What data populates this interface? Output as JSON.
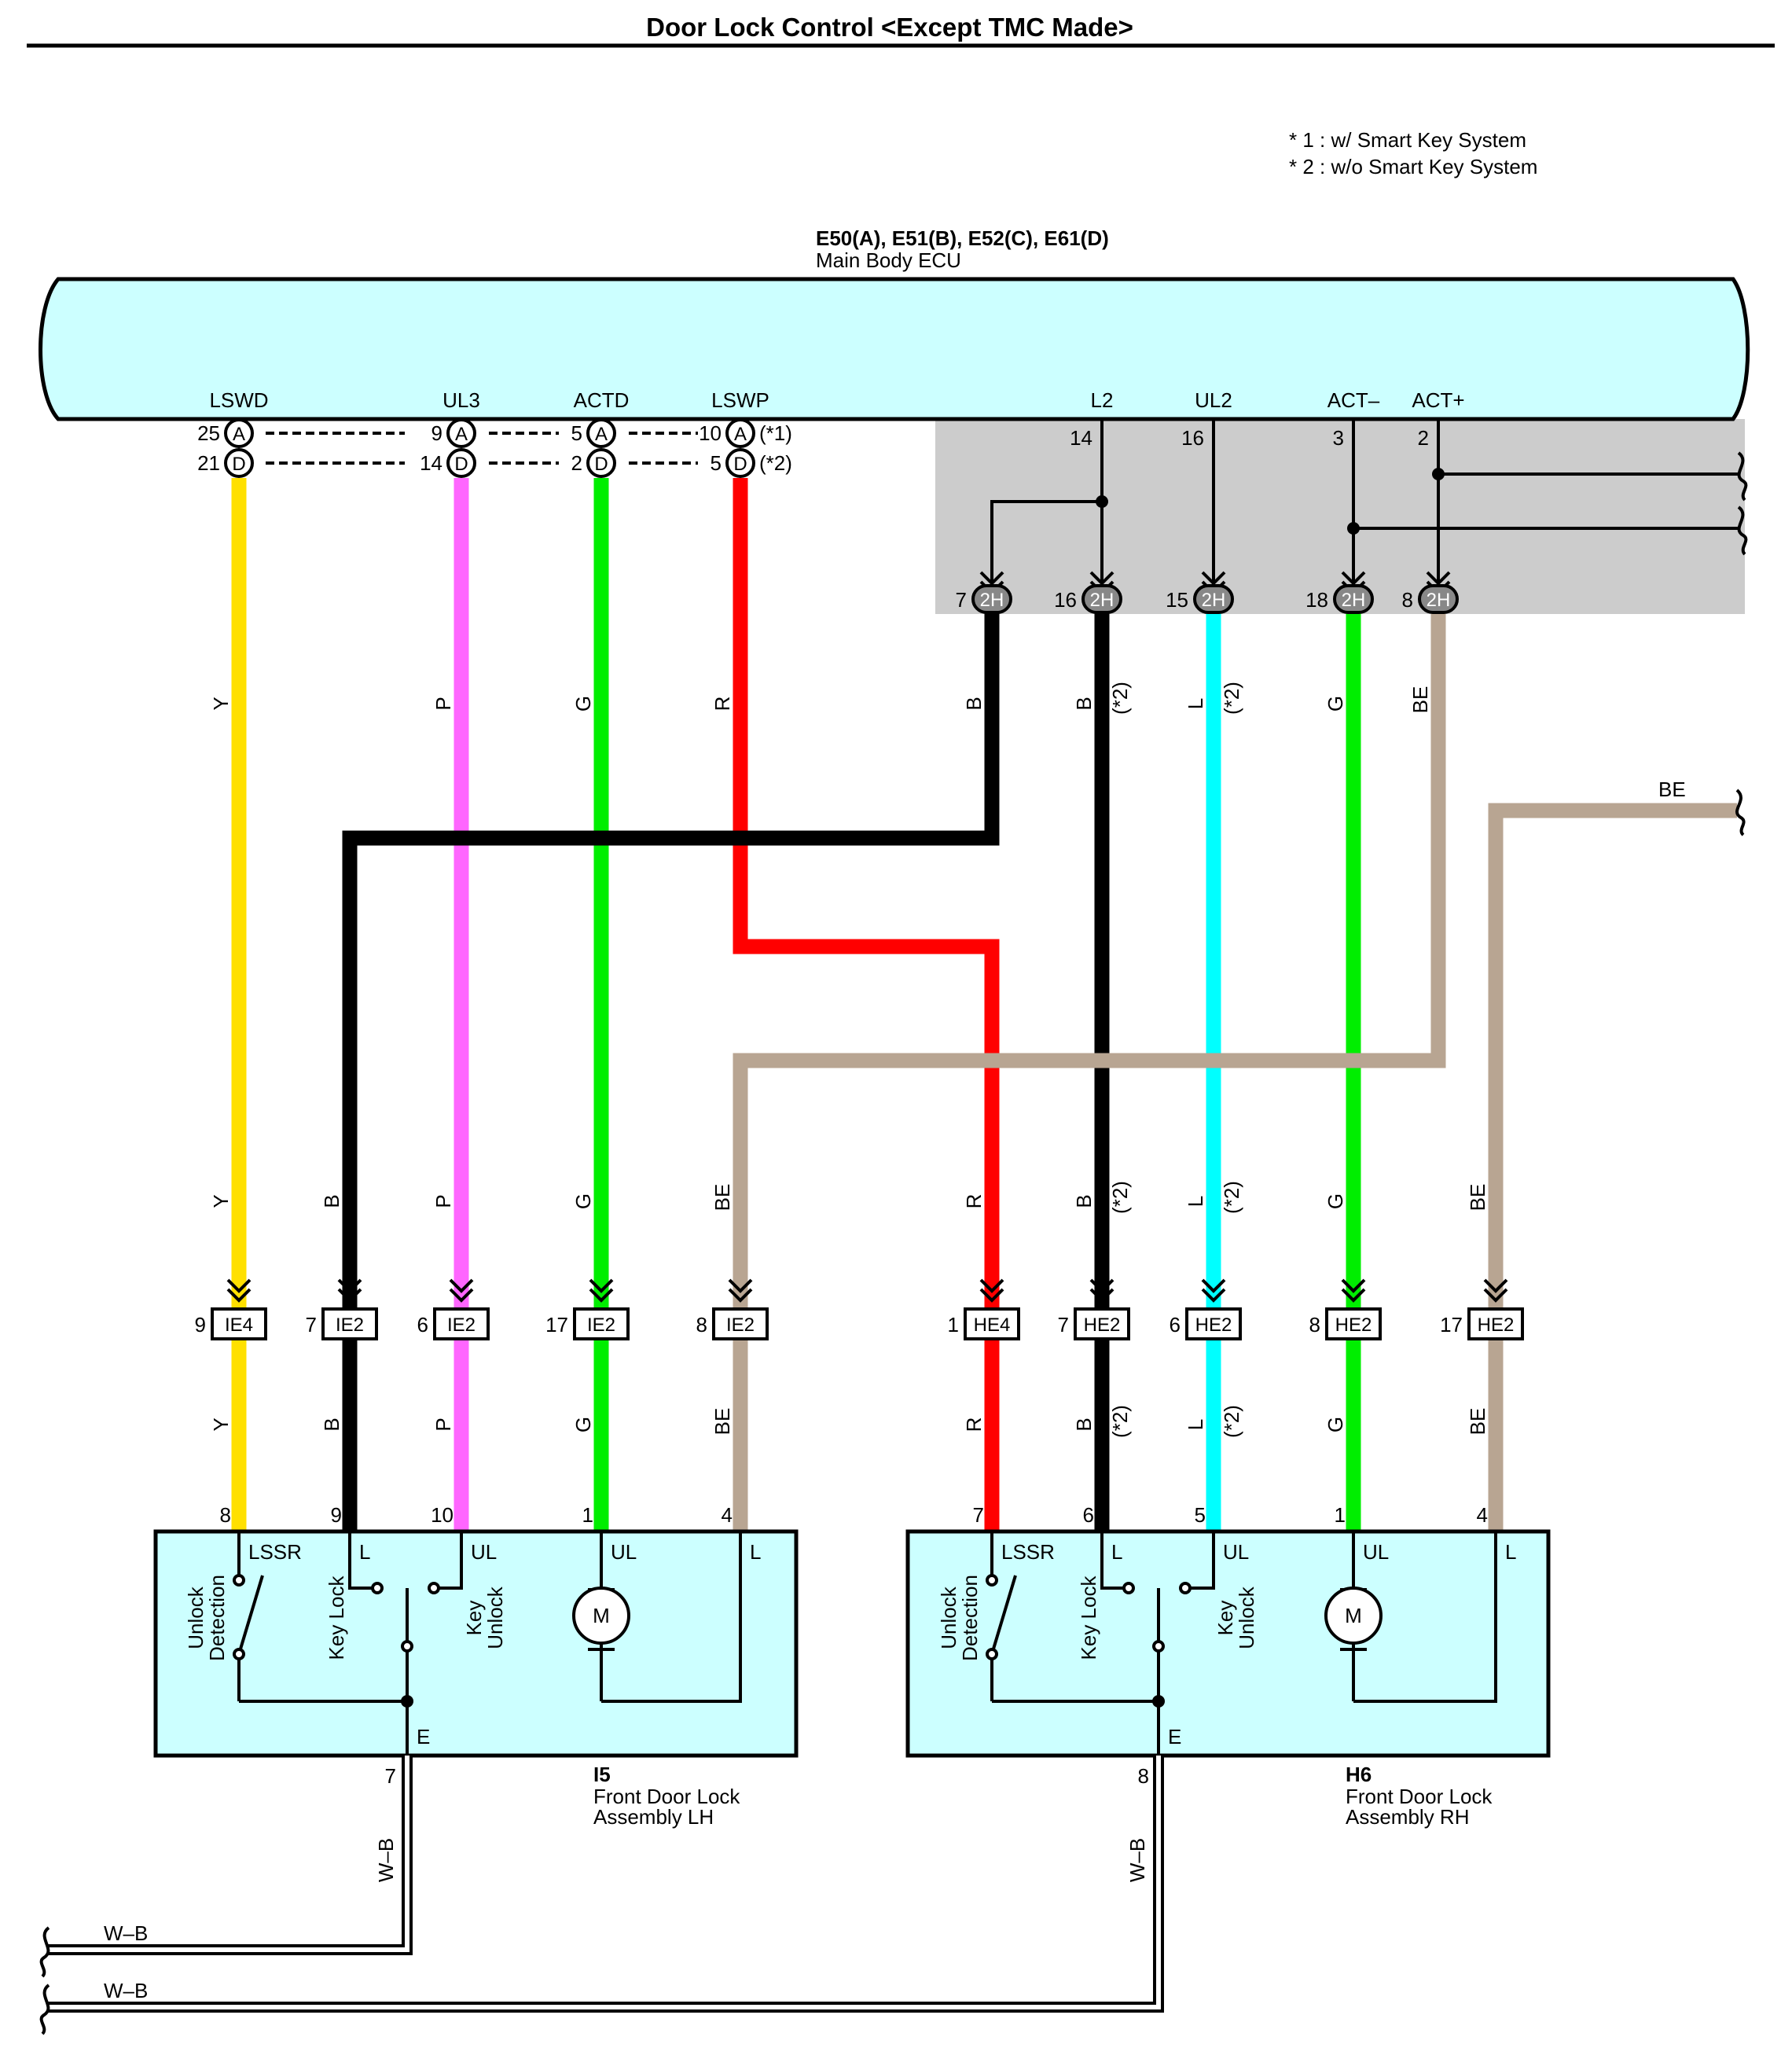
{
  "title": "Door Lock Control <Except TMC Made>",
  "notes": [
    "* 1 : w/ Smart Key System",
    "* 2 : w/o Smart Key System"
  ],
  "ecu": {
    "connectors": "E50(A), E51(B), E52(C), E61(D)",
    "name": "Main Body ECU"
  },
  "ecu_terminals": [
    "LSWD",
    "UL3",
    "ACTD",
    "LSWP",
    "L2",
    "UL2",
    "ACT–",
    "ACT+"
  ],
  "pins": {
    "lswd_a": "25",
    "lswd_d": "21",
    "ul3_a": "9",
    "ul3_d": "14",
    "actd_a": "5",
    "actd_d": "2",
    "lswp_a": "10",
    "lswp_d": "5",
    "l2": "14",
    "ul2": "16",
    "actm": "3",
    "actp": "2"
  },
  "pin_letters": {
    "a": "A",
    "d": "D"
  },
  "variant_marks": {
    "v1": "(*1)",
    "v2": "(*2)"
  },
  "junction": {
    "name": "2H",
    "pins": [
      "7",
      "16",
      "15",
      "18",
      "8"
    ]
  },
  "wire_colors": {
    "y": "Y",
    "p": "P",
    "g": "G",
    "r": "R",
    "b": "B",
    "l": "L",
    "be": "BE",
    "wb": "W–B",
    "variant": "(*2)"
  },
  "connectors_mid": [
    {
      "name": "IE4",
      "pin": "9"
    },
    {
      "name": "IE2",
      "pin": "7"
    },
    {
      "name": "IE2",
      "pin": "6"
    },
    {
      "name": "IE2",
      "pin": "17"
    },
    {
      "name": "IE2",
      "pin": "8"
    },
    {
      "name": "HE4",
      "pin": "1"
    },
    {
      "name": "HE2",
      "pin": "7"
    },
    {
      "name": "HE2",
      "pin": "6"
    },
    {
      "name": "HE2",
      "pin": "8"
    },
    {
      "name": "HE2",
      "pin": "17"
    }
  ],
  "lh": {
    "pins": [
      "8",
      "9",
      "10",
      "1",
      "4"
    ],
    "ground_pin": "7",
    "code": "I5",
    "name_line1": "Front Door Lock",
    "name_line2": "Assembly LH"
  },
  "rh": {
    "pins": [
      "7",
      "6",
      "5",
      "1",
      "4"
    ],
    "ground_pin": "8",
    "code": "H6",
    "name_line1": "Front Door Lock",
    "name_line2": "Assembly RH"
  },
  "assembly_labels": {
    "lssr": "LSSR",
    "l": "L",
    "ul": "UL",
    "e": "E",
    "m": "M",
    "unlock": "Unlock",
    "detection": "Detection",
    "key_lock": "Key Lock",
    "key": "Key",
    "key_unlock": "Unlock"
  },
  "colors": {
    "yellow": "#FFE000",
    "pink": "#FF66FF",
    "green": "#00EE00",
    "red": "#FF0000",
    "black": "#000000",
    "cyan": "#00FFFF",
    "beige": "#B8A592",
    "ecu_fill": "#CCFFFF",
    "gray": "#CCCCCC"
  }
}
